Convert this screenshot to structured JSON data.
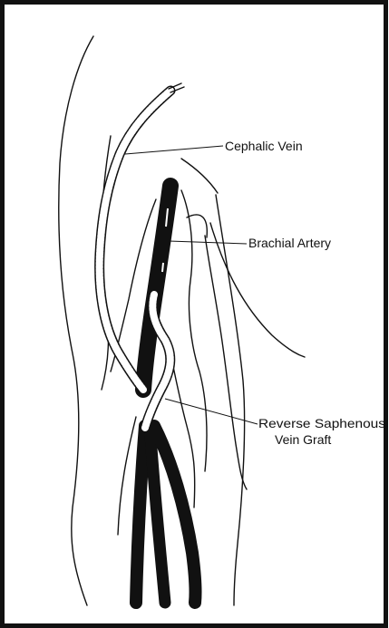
{
  "labels": {
    "cephalic_vein": "Cephalic Vein",
    "brachial_artery": "Brachial Artery",
    "graft_line1": "Reverse Saphenous",
    "graft_line2": "Vein Graft"
  },
  "colors": {
    "ink": "#111111",
    "background": "#ffffff"
  }
}
